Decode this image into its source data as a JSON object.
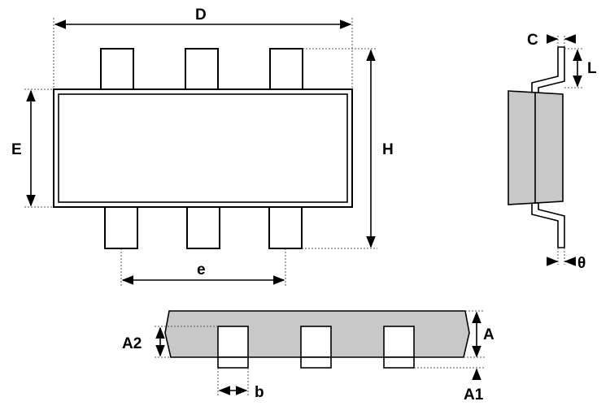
{
  "labels": {
    "D": "D",
    "E": "E",
    "H": "H",
    "e": "e",
    "C": "C",
    "L": "L",
    "theta": "θ",
    "A": "A",
    "A1": "A1",
    "A2": "A2",
    "b": "b"
  },
  "colors": {
    "line": "#000000",
    "body_shade": "#c8c8c8",
    "background": "#ffffff"
  }
}
